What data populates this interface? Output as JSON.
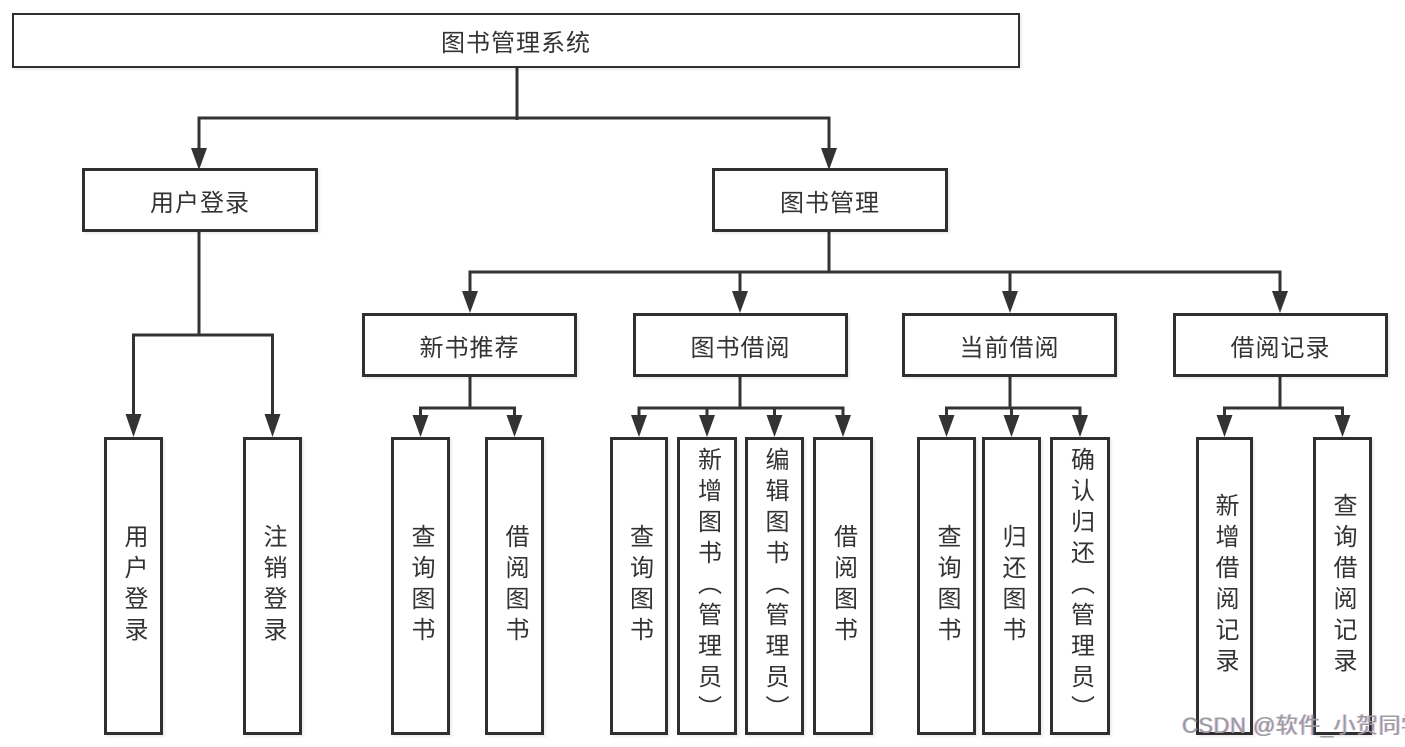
{
  "colors": {
    "line": "#333333",
    "border": "#2f2f2f",
    "box_fill": "#ffffff",
    "label_text": "#333333",
    "watermark_text": "#9b9b9b"
  },
  "watermark": {
    "text": "CSDN @软件_小贺同学"
  },
  "nodes": {
    "root": {
      "label": "图书管理系统"
    },
    "user_login": {
      "label": "用户登录"
    },
    "book_mgmt": {
      "label": "图书管理"
    },
    "new_book_rec": {
      "label": "新书推荐"
    },
    "book_borrow": {
      "label": "图书借阅"
    },
    "current_borrow": {
      "label": "当前借阅"
    },
    "borrow_records": {
      "label": "借阅记录"
    },
    "ul_user_login": {
      "label": "用户登录"
    },
    "ul_logout": {
      "label": "注销登录"
    },
    "rec_query_books": {
      "label": "查询图书"
    },
    "rec_borrow_books": {
      "label": "借阅图书"
    },
    "bb_query_books": {
      "label": "查询图书"
    },
    "bb_add_books": {
      "label": "新增图书（管理员）"
    },
    "bb_edit_books": {
      "label": "编辑图书（管理员）"
    },
    "bb_borrow_books": {
      "label": "借阅图书"
    },
    "cb_query_books": {
      "label": "查询图书"
    },
    "cb_return_books": {
      "label": "归还图书"
    },
    "cb_confirm_return": {
      "label": "确认归还（管理员）"
    },
    "br_add_record": {
      "label": "新增借阅记录"
    },
    "br_query_record": {
      "label": "查询借阅记录"
    }
  },
  "structure": {
    "root": "图书管理系统",
    "children": [
      {
        "label": "用户登录",
        "children": [
          "用户登录",
          "注销登录"
        ]
      },
      {
        "label": "图书管理",
        "children": [
          {
            "label": "新书推荐",
            "children": [
              "查询图书",
              "借阅图书"
            ]
          },
          {
            "label": "图书借阅",
            "children": [
              "查询图书",
              "新增图书（管理员）",
              "编辑图书（管理员）",
              "借阅图书"
            ]
          },
          {
            "label": "当前借阅",
            "children": [
              "查询图书",
              "归还图书",
              "确认归还（管理员）"
            ]
          },
          {
            "label": "借阅记录",
            "children": [
              "新增借阅记录",
              "查询借阅记录"
            ]
          }
        ]
      }
    ]
  }
}
